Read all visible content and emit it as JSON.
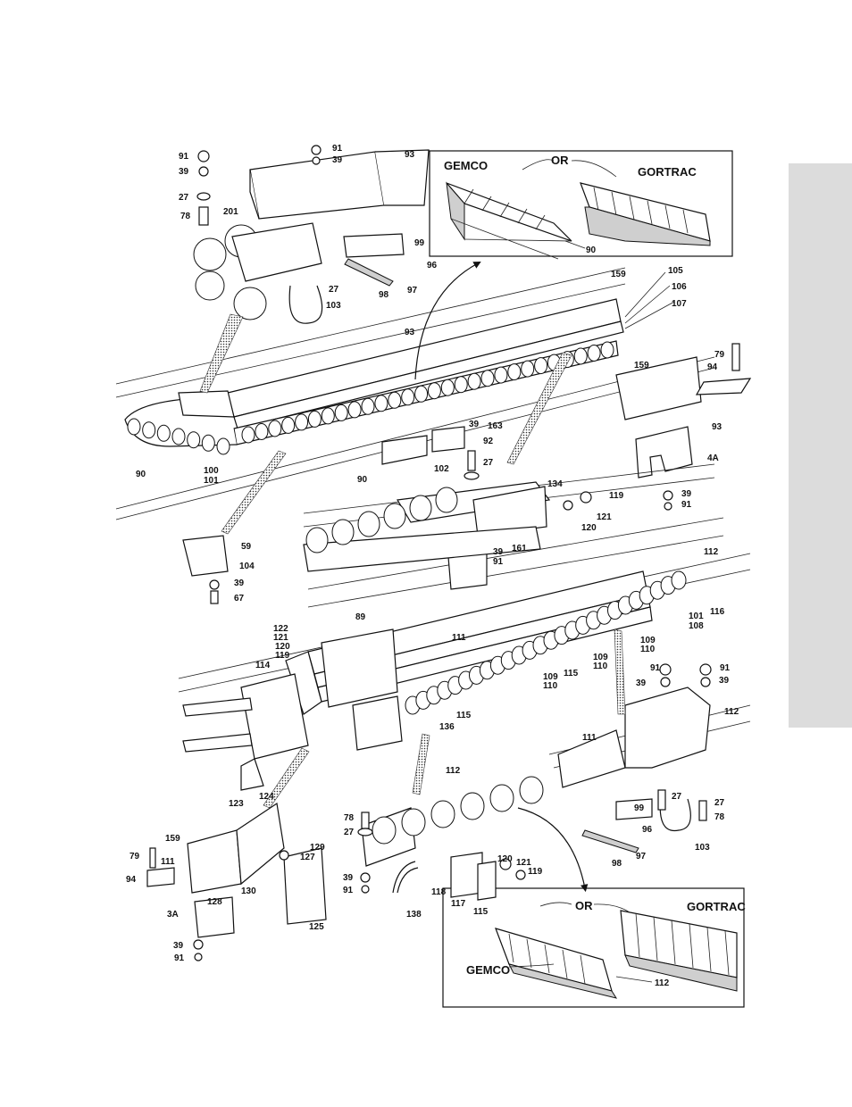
{
  "diagram": {
    "insets": {
      "top": {
        "or": "OR",
        "gemco": "GEMCO",
        "gortrac": "GORTRAC",
        "part": "90"
      },
      "bottom": {
        "or": "OR",
        "gemco": "GEMCO",
        "gortrac": "GORTRAC",
        "part": "112"
      }
    },
    "callouts": [
      "91",
      "39",
      "27",
      "78",
      "201",
      "91",
      "39",
      "93",
      "99",
      "96",
      "97",
      "98",
      "27",
      "103",
      "159",
      "105",
      "106",
      "107",
      "93",
      "79",
      "94",
      "159",
      "93",
      "4A",
      "39",
      "91",
      "39",
      "163",
      "92",
      "27",
      "102",
      "90",
      "100",
      "101",
      "90",
      "134",
      "119",
      "121",
      "120",
      "161",
      "39",
      "91",
      "59",
      "104",
      "39",
      "67",
      "89",
      "112",
      "116",
      "101",
      "108",
      "122",
      "121",
      "120",
      "119",
      "114",
      "111",
      "109",
      "110",
      "109",
      "110",
      "115",
      "109",
      "110",
      "115",
      "136",
      "91",
      "39",
      "91",
      "39",
      "112",
      "111",
      "27",
      "27",
      "78",
      "99",
      "96",
      "103",
      "98",
      "97",
      "123",
      "124",
      "159",
      "129",
      "127",
      "79",
      "111",
      "94",
      "128",
      "130",
      "125",
      "3A",
      "39",
      "91",
      "112",
      "78",
      "27",
      "120",
      "121",
      "119",
      "118",
      "117",
      "115",
      "39",
      "91",
      "138"
    ]
  }
}
